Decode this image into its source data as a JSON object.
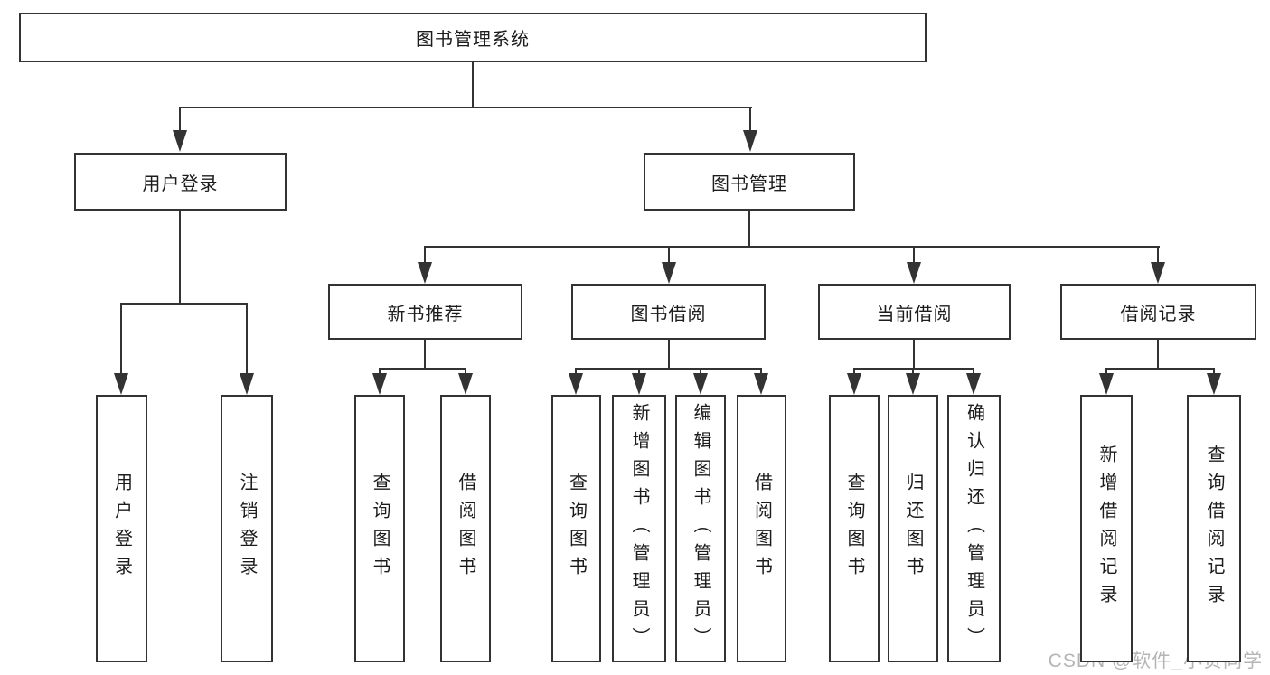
{
  "title": "图书管理系统",
  "colors": {
    "line": "#333333",
    "text": "#1c1c1c",
    "background": "#ffffff",
    "watermark": "#b5b5b5"
  },
  "watermark": {
    "text": "CSDN @软件_小贺同学"
  },
  "diagram": {
    "type": "hierarchy-tree",
    "nodes": [
      {
        "id": "root",
        "label": "图书管理系统",
        "parent": null,
        "level": 1
      },
      {
        "id": "user-login",
        "label": "用户登录",
        "parent": "root",
        "level": 2
      },
      {
        "id": "book-mgmt",
        "label": "图书管理",
        "parent": "root",
        "level": 2
      },
      {
        "id": "new-book-rec",
        "label": "新书推荐",
        "parent": "book-mgmt",
        "level": 3
      },
      {
        "id": "book-borrow",
        "label": "图书借阅",
        "parent": "book-mgmt",
        "level": 3
      },
      {
        "id": "current-borrow",
        "label": "当前借阅",
        "parent": "book-mgmt",
        "level": 3
      },
      {
        "id": "borrow-records",
        "label": "借阅记录",
        "parent": "book-mgmt",
        "level": 3
      },
      {
        "id": "leaf-user-login",
        "label": "用户登录",
        "parent": "user-login",
        "level": 4
      },
      {
        "id": "leaf-logout",
        "label": "注销登录",
        "parent": "user-login",
        "level": 4
      },
      {
        "id": "leaf-query-book-1",
        "label": "查询图书",
        "parent": "new-book-rec",
        "level": 4
      },
      {
        "id": "leaf-borrow-book-1",
        "label": "借阅图书",
        "parent": "new-book-rec",
        "level": 4
      },
      {
        "id": "leaf-query-book-2",
        "label": "查询图书",
        "parent": "book-borrow",
        "level": 4
      },
      {
        "id": "leaf-add-book",
        "label": "新增图书（管理员）",
        "parent": "book-borrow",
        "level": 4
      },
      {
        "id": "leaf-edit-book",
        "label": "编辑图书（管理员）",
        "parent": "book-borrow",
        "level": 4
      },
      {
        "id": "leaf-borrow-book-2",
        "label": "借阅图书",
        "parent": "book-borrow",
        "level": 4
      },
      {
        "id": "leaf-query-book-3",
        "label": "查询图书",
        "parent": "current-borrow",
        "level": 4
      },
      {
        "id": "leaf-return-book",
        "label": "归还图书",
        "parent": "current-borrow",
        "level": 4
      },
      {
        "id": "leaf-confirm-return",
        "label": "确认归还（管理员）",
        "parent": "current-borrow",
        "level": 4
      },
      {
        "id": "leaf-add-borrow-record",
        "label": "新增借阅记录",
        "parent": "borrow-records",
        "level": 4
      },
      {
        "id": "leaf-query-borrow-record",
        "label": "查询借阅记录",
        "parent": "borrow-records",
        "level": 4
      }
    ]
  }
}
